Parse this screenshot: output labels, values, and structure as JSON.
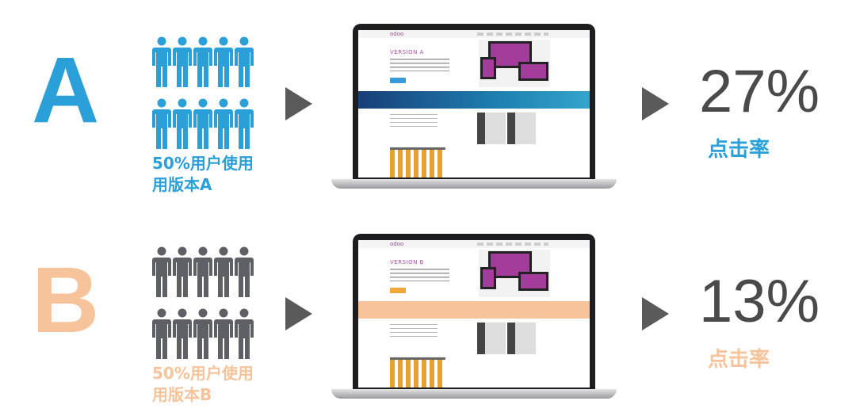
{
  "colors": {
    "version_a": "#2a9fd8",
    "version_b": "#f7c39a",
    "people_b": "#5f6066",
    "band_a": "#1e7fb0",
    "text_dark": "#4a4a4a"
  },
  "rows": [
    {
      "letter": "A",
      "user_label_line1": "50%用户使用",
      "user_label_line2": "用版本A",
      "page_heading": "VERSION A",
      "logo": "odoo",
      "rate": "27%",
      "rate_label": "点击率"
    },
    {
      "letter": "B",
      "user_label_line1": "50%用户使用",
      "user_label_line2": "用版本B",
      "page_heading": "VERSION B",
      "logo": "odoo",
      "rate": "13%",
      "rate_label": "点击率"
    }
  ]
}
